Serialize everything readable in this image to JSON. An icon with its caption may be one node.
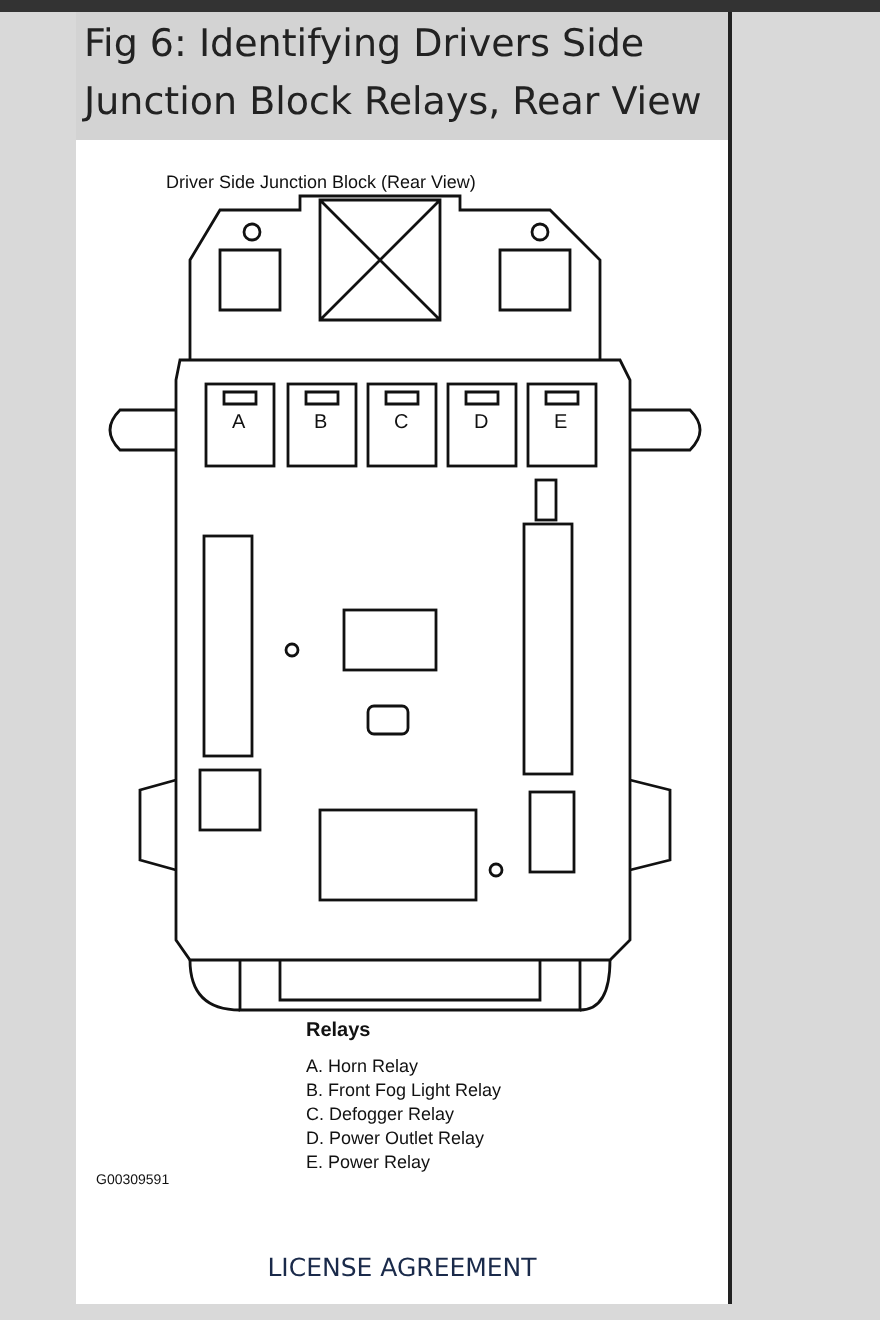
{
  "diagram": {
    "title": "Fig 6: Identifying Drivers Side Junction Block Relays, Rear View",
    "caption": "LICENSE AGREEMENT",
    "labels": [
      "Driver Side Junction Block (Rear View)",
      "A",
      "B",
      "C",
      "D",
      "E",
      "Relays",
      "A. Horn Relay",
      "B. Front Fog Light Relay",
      "C. Defogger Relay",
      "D. Power Outlet Relay",
      "E. Power Relay",
      "G00309591"
    ]
  }
}
